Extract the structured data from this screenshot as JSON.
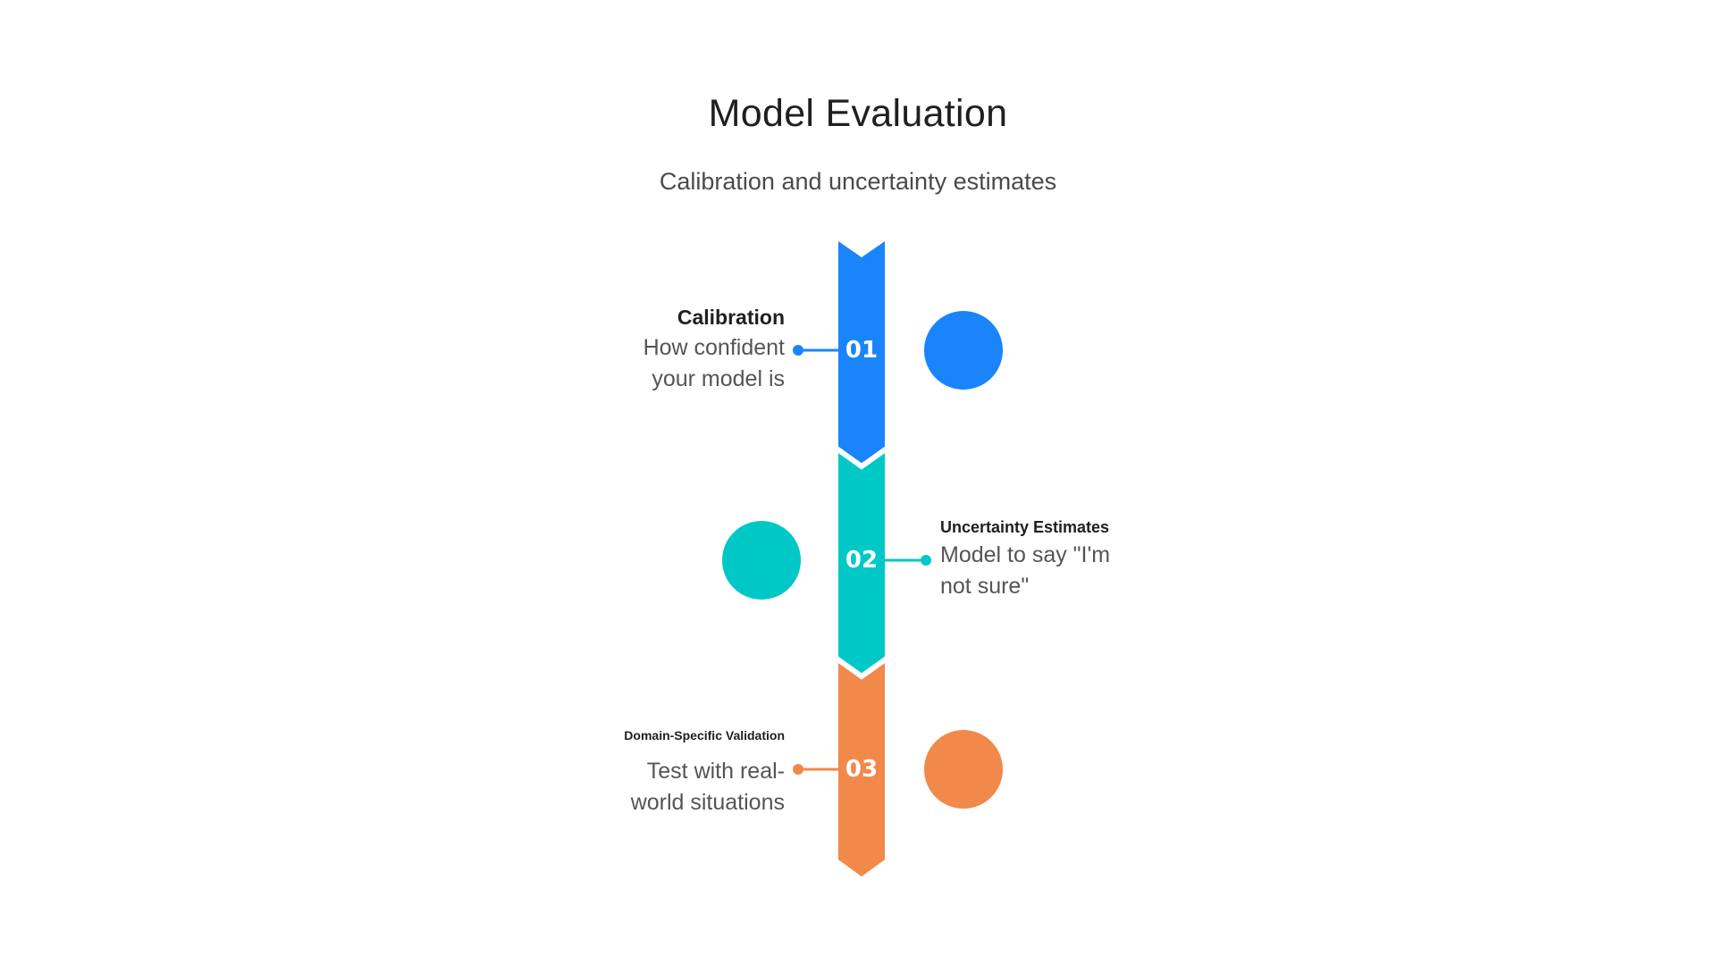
{
  "title": "Model Evaluation",
  "subtitle": "Calibration and uncertainty estimates",
  "steps": [
    {
      "number": "01",
      "heading": "Calibration",
      "description": "How confident your model is",
      "color": "#1a84fb",
      "side": "left"
    },
    {
      "number": "02",
      "heading": "Uncertainty Estimates",
      "description": "Model to say \"I'm not sure\"",
      "color": "#00c8c6",
      "side": "right"
    },
    {
      "number": "03",
      "heading": "Domain-Specific Validation",
      "description": "Test with real-world situations",
      "color": "#f0894a",
      "side": "left"
    }
  ]
}
